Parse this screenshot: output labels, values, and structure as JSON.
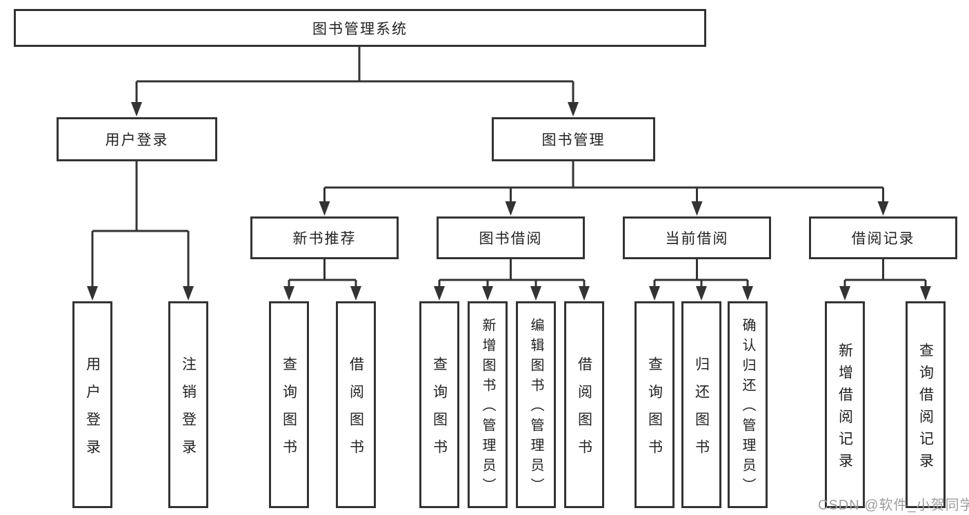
{
  "diagram": {
    "type": "hierarchy-tree",
    "title": "图书管理系统",
    "colors": {
      "line": "#333333",
      "box_border": "#333333",
      "box_fill": "#ffffff",
      "text": "#222222",
      "watermark": "#9d9d9d",
      "background": "#ffffff"
    }
  },
  "tree": {
    "label": "图书管理系统",
    "children": [
      {
        "label": "用户登录",
        "children": [
          {
            "label": "用户登录"
          },
          {
            "label": "注销登录"
          }
        ]
      },
      {
        "label": "图书管理",
        "children": [
          {
            "label": "新书推荐",
            "children": [
              {
                "label": "查询图书"
              },
              {
                "label": "借阅图书"
              }
            ]
          },
          {
            "label": "图书借阅",
            "children": [
              {
                "label": "查询图书"
              },
              {
                "label": "新增图书（管理员）"
              },
              {
                "label": "编辑图书（管理员）"
              },
              {
                "label": "借阅图书"
              }
            ]
          },
          {
            "label": "当前借阅",
            "children": [
              {
                "label": "查询图书"
              },
              {
                "label": "归还图书"
              },
              {
                "label": "确认归还（管理员）"
              }
            ]
          },
          {
            "label": "借阅记录",
            "children": [
              {
                "label": "新增借阅记录"
              },
              {
                "label": "查询借阅记录"
              }
            ]
          }
        ]
      }
    ]
  },
  "watermark": {
    "text": "CSDN @软件_小贺同学"
  }
}
